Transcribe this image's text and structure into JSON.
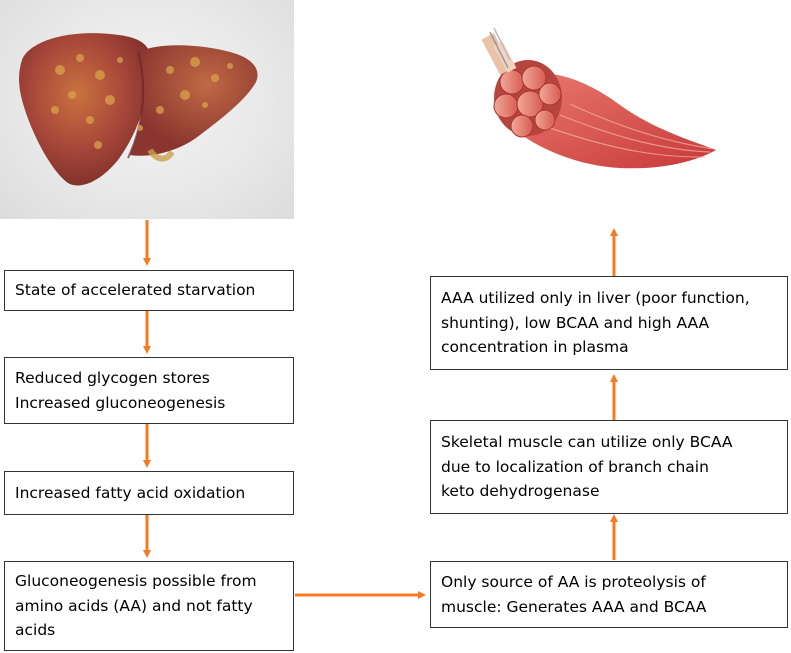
{
  "colors": {
    "arrow": "#f47b20",
    "box_border": "#333333",
    "liver_base": "#b5503a",
    "muscle_base": "#d9534f"
  },
  "images": {
    "liver": "liver-illustration",
    "muscle": "skeletal-muscle-fiber-illustration"
  },
  "left_column": {
    "box1": {
      "lines": [
        "State of accelerated starvation"
      ]
    },
    "box2": {
      "lines": [
        "Reduced glycogen stores",
        "Increased gluconeogenesis"
      ]
    },
    "box3": {
      "lines": [
        "Increased fatty acid oxidation"
      ]
    },
    "box4": {
      "lines": [
        "Gluconeogenesis possible from",
        "amino acids (AA) and not fatty",
        "acids"
      ]
    }
  },
  "right_column": {
    "box1": {
      "lines": [
        "Only source of AA is proteolysis of",
        "muscle: Generates AAA and BCAA"
      ]
    },
    "box2": {
      "lines": [
        "Skeletal muscle can utilize only BCAA",
        "due to localization of branch chain",
        "keto dehydrogenase"
      ]
    },
    "box3": {
      "lines": [
        "AAA utilized only in liver (poor function,",
        "shunting), low BCAA and high AAA",
        "concentration in plasma"
      ]
    }
  }
}
